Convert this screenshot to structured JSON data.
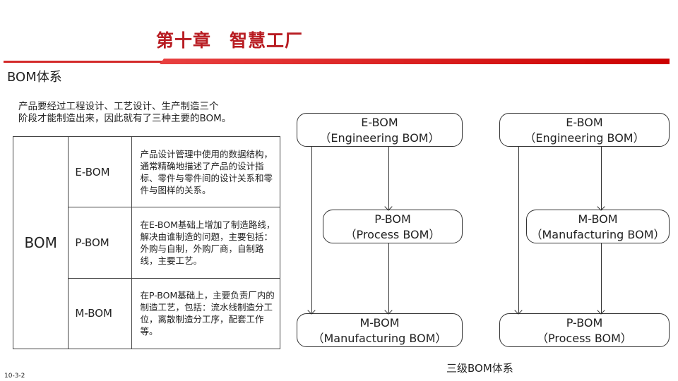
{
  "header": {
    "title": "第十章　智慧工厂",
    "subtitle": "BOM体系"
  },
  "intro": [
    "产品要经过工程设计、工艺设计、生产制造三个",
    "阶段才能制造出来，因此就有了三种主要的BOM。"
  ],
  "table": {
    "root": "BOM",
    "rows": [
      {
        "name": "E-BOM",
        "desc": "产品设计管理中使用的数据结构，通常精确地描述了产品的设计指标、零件与零件间的设计关系和零件与图样的关系。"
      },
      {
        "name": "P-BOM",
        "desc": "在E-BOM基础上增加了制造路线，解决由谁制造的问题，主要包括：外购与自制，外购厂商，自制路线，主要工艺。"
      },
      {
        "name": "M-BOM",
        "desc": "在P-BOM基础上，主要负责厂内的制造工艺，包括：流水线制造分工位，离散制造分工序，配套工作等。"
      }
    ]
  },
  "diagram1": {
    "top": [
      "E-BOM",
      "（Engineering BOM）"
    ],
    "mid": [
      "P-BOM",
      "（Process BOM）"
    ],
    "bottom": [
      "M-BOM",
      "（Manufacturing BOM）"
    ]
  },
  "diagram2": {
    "top": [
      "E-BOM",
      "（Engineering BOM）"
    ],
    "mid": [
      "M-BOM",
      "（Manufacturing BOM）"
    ],
    "bottom": [
      "P-BOM",
      "（Process BOM）"
    ]
  },
  "caption": "三级BOM体系",
  "page_number": "10-3-2",
  "colors": {
    "accent": "#b81c22"
  }
}
